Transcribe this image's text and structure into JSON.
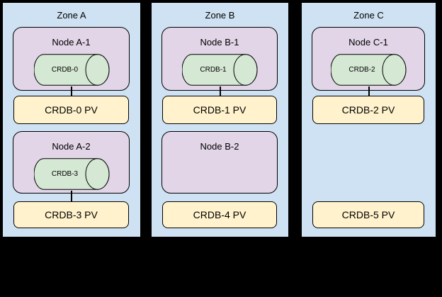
{
  "diagram": {
    "background_color": "#000000",
    "colors": {
      "zone_fill": "#cfe2f3",
      "node_fill": "#e1d5e7",
      "pod_fill": "#d5e8d4",
      "pv_fill": "#fff2cc",
      "border": "#000000",
      "text": "#000000"
    },
    "zones": [
      {
        "label": "Zone A",
        "rows": [
          {
            "node": "Node A-1",
            "pod": "CRDB-0",
            "pv": "CRDB-0 PV",
            "pod_connected_to_pv": true
          },
          {
            "node": "Node A-2",
            "pod": "CRDB-3",
            "pv": "CRDB-3 PV",
            "pod_connected_to_pv": true
          }
        ]
      },
      {
        "label": "Zone B",
        "rows": [
          {
            "node": "Node B-1",
            "pod": "CRDB-1",
            "pv": "CRDB-1 PV",
            "pod_connected_to_pv": true
          },
          {
            "node": "Node B-2",
            "pod": null,
            "pv": "CRDB-4 PV",
            "pod_connected_to_pv": false
          }
        ]
      },
      {
        "label": "Zone C",
        "rows": [
          {
            "node": "Node C-1",
            "pod": "CRDB-2",
            "pv": "CRDB-2 PV",
            "pod_connected_to_pv": true
          },
          {
            "node": null,
            "pod": null,
            "pv": "CRDB-5 PV",
            "pod_connected_to_pv": false
          }
        ]
      }
    ]
  }
}
